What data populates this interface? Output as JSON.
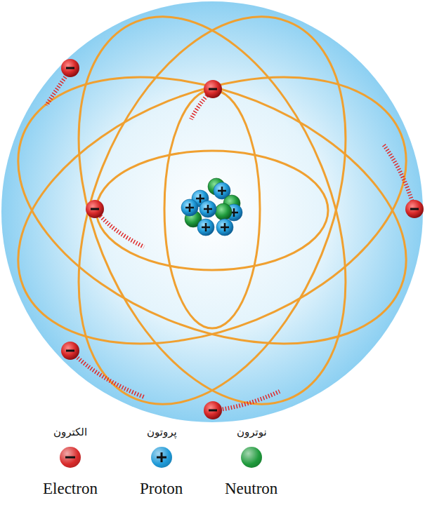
{
  "diagram": {
    "labels": [
      "الکترون",
      "پروتون",
      "نوترون"
    ],
    "legend": [
      {
        "text": "Electron",
        "color": "#d82a2a"
      },
      {
        "text": "Proton",
        "color": "#1f9ad8"
      },
      {
        "text": "Neutron",
        "color": "#1f9a3c"
      }
    ]
  }
}
